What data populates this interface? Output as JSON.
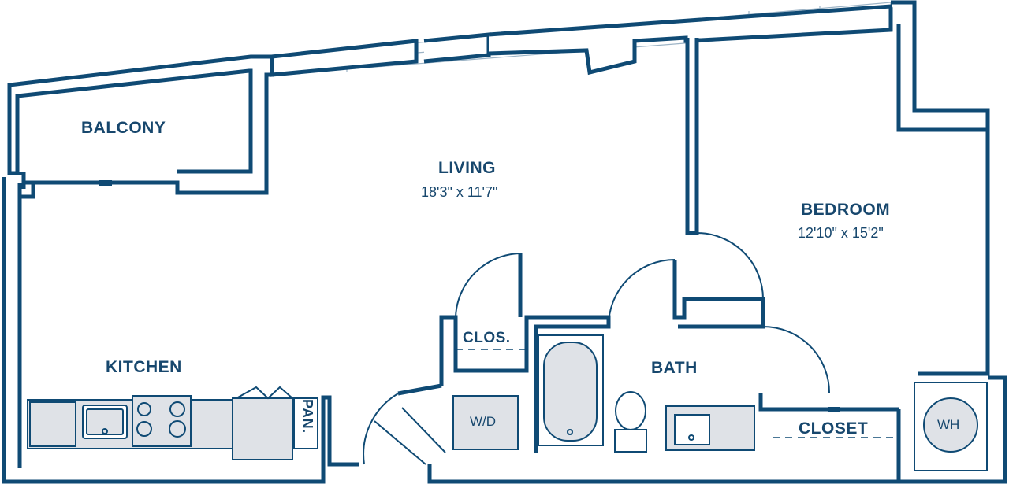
{
  "rooms": {
    "balcony": {
      "label": "BALCONY"
    },
    "living": {
      "label": "LIVING",
      "dimensions": "18'3\" x 11'7\""
    },
    "bedroom": {
      "label": "BEDROOM",
      "dimensions": "12'10\" x 15'2\""
    },
    "kitchen": {
      "label": "KITCHEN"
    },
    "bath": {
      "label": "BATH"
    },
    "clos": {
      "label": "CLOS."
    },
    "closet": {
      "label": "CLOSET"
    }
  },
  "fixtures": {
    "pantry": {
      "label": "PAN."
    },
    "washer_dryer": {
      "label": "W/D"
    },
    "water_heater": {
      "label": "WH"
    }
  },
  "colors": {
    "wall": "#0f4a74",
    "fixture": "#dfe2e7",
    "text": "#17476d"
  }
}
